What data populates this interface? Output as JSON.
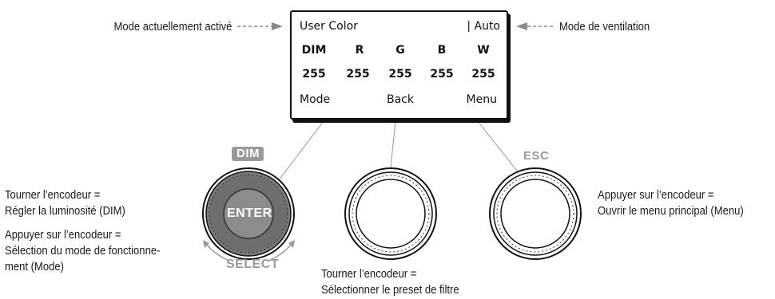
{
  "display": {
    "mode_name": "User Color",
    "fan_mode": "| Auto",
    "channels": [
      "DIM",
      "R",
      "G",
      "B",
      "W"
    ],
    "values": [
      "255",
      "255",
      "255",
      "255",
      "255"
    ],
    "soft_keys": [
      "Mode",
      "Back",
      "Menu"
    ]
  },
  "callouts": {
    "left_top": "Mode actuellement activé",
    "right_top": "Mode de ventilation",
    "left_1": "Tourner l’encodeur =",
    "left_2": "Régler la luminosité (DIM)",
    "left_3": "Appuyer sur l’encodeur =",
    "left_4": "Sélection du mode de fonctionne-",
    "left_5": "ment (Mode)",
    "mid_1": "Tourner l’encodeur =",
    "mid_2": "Sélectionner le preset de filtre",
    "right_1": "Appuyer sur l’encodeur =",
    "right_2": "Ouvrir le menu principal (Menu)"
  },
  "knobs": {
    "dim_tag": "DIM",
    "enter_label": "ENTER",
    "select_label": "SELECT",
    "esc_tag": "ESC"
  },
  "colors": {
    "accent_grey": "#9a9a9a",
    "line": "#111111"
  }
}
